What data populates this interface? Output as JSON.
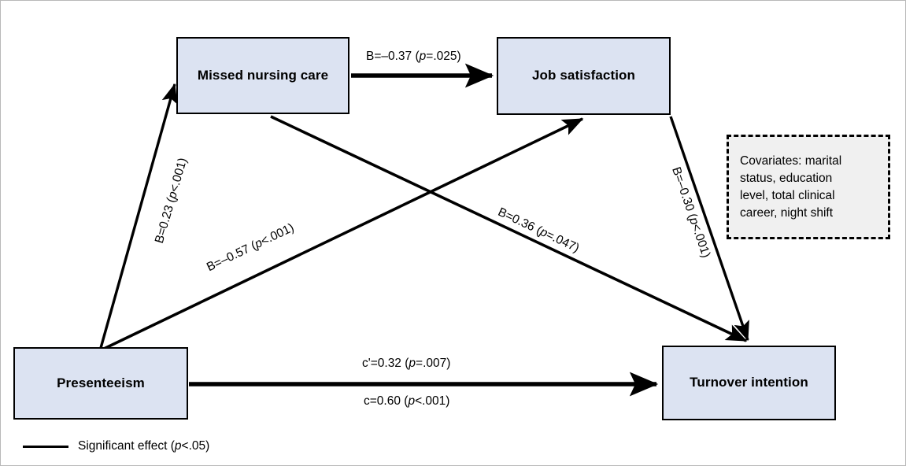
{
  "figure": {
    "title": "Mediation path diagram",
    "background_color": "#ffffff",
    "node_fill_color": "#dce3f2",
    "node_border_color": "#000000",
    "line_color": "#000000",
    "covariate_box_fill": "#f0f0f0"
  },
  "nodes": [
    {
      "id": "missed-nursing-care",
      "label": "Missed nursing care"
    },
    {
      "id": "job-satisfaction",
      "label": "Job satisfaction"
    },
    {
      "id": "presenteeism",
      "label": "Presenteeism"
    },
    {
      "id": "turnover-intention",
      "label": "Turnover intention"
    }
  ],
  "paths": [
    {
      "id": "missed-to-jobsat",
      "from": "Missed nursing care",
      "to": "Job satisfaction",
      "coefficient": "B=–0.37",
      "p_value": "(p=.025)",
      "label": "B=–0.37 (p=.025)"
    },
    {
      "id": "presenteeism-to-missed",
      "from": "Presenteeism",
      "to": "Missed nursing care",
      "coefficient": "B=0.23",
      "p_value": "(p<.001)",
      "label": "B=0.23 (p<.001)"
    },
    {
      "id": "presenteeism-to-jobsat",
      "from": "Presenteeism",
      "to": "Job satisfaction",
      "coefficient": "B=–0.57",
      "p_value": "(p<.001)",
      "label": "B=–0.57 (p<.001)"
    },
    {
      "id": "missed-to-turnover",
      "from": "Missed nursing care",
      "to": "Turnover intention",
      "coefficient": "B=0.36",
      "p_value": "(p=.047)",
      "label": "B=0.36 (p=.047)"
    },
    {
      "id": "jobsat-to-turnover",
      "from": "Job satisfaction",
      "to": "Turnover intention",
      "coefficient": "B=–0.30",
      "p_value": "(p<.001)",
      "label": "B=–0.30 (p<.001)"
    },
    {
      "id": "presenteeism-to-turnover-direct",
      "from": "Presenteeism",
      "to": "Turnover intention",
      "coefficient": "c'=0.32",
      "p_value": "(p=.007)",
      "label": "c'=0.32 (p=.007)"
    },
    {
      "id": "presenteeism-to-turnover-total",
      "from": "Presenteeism",
      "to": "Turnover intention",
      "coefficient": "c=0.60",
      "p_value": "(p<.001)",
      "label": "c=0.60 (p<.001)"
    }
  ],
  "labels": {
    "missed_to_jobsat": "B=–0.37 (p=.025)",
    "presenteeism_to_missed": "B=0.23 (p<.001)",
    "presenteeism_to_jobsat": "B=–0.57 (p<.001)",
    "missed_to_turnover": "B=0.36 (p=.047)",
    "jobsat_to_turnover": "B=–0.30 (p<.001)",
    "direct_effect": "c'=0.32 (p=.007)",
    "total_effect": "c=0.60 (p<.001)"
  },
  "covariates": {
    "text": "Covariates: marital\nstatus, education\nlevel, total clinical\ncareer, night shift"
  },
  "legend": {
    "text": "Significant effect (p<.05)",
    "line_style": "solid",
    "line_color": "#000000"
  }
}
